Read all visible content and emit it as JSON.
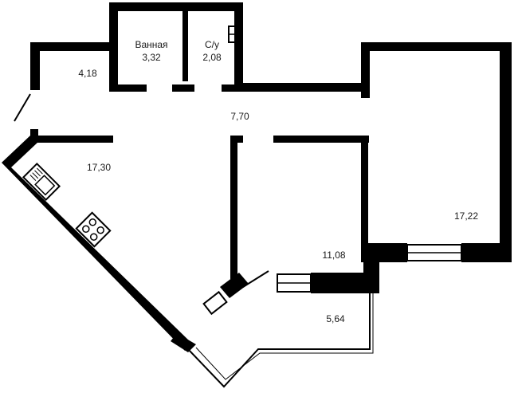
{
  "plan": {
    "colors": {
      "wall": "#000000",
      "background": "#ffffff",
      "fixture_line": "#000000"
    },
    "rooms": [
      {
        "id": "hall_small",
        "area": "4,18"
      },
      {
        "id": "bathroom",
        "name": "Ванная",
        "area": "3,32"
      },
      {
        "id": "wc",
        "name": "С/у",
        "area": "2,08"
      },
      {
        "id": "corridor",
        "area": "7,70"
      },
      {
        "id": "kitchen_living",
        "area": "17,30"
      },
      {
        "id": "bedroom_large",
        "area": "17,22"
      },
      {
        "id": "bedroom_small",
        "area": "11,08"
      },
      {
        "id": "balcony",
        "area": "5,64"
      }
    ],
    "fixtures": [
      "sink-icon",
      "stove-icon",
      "radiator-icon",
      "window-icon",
      "door-icon"
    ]
  }
}
